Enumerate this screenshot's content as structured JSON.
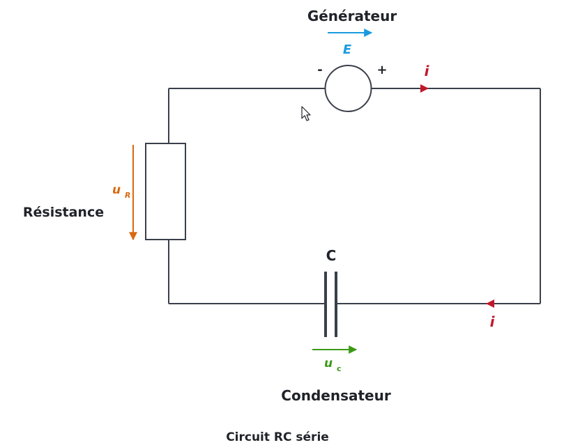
{
  "labels": {
    "generator": "Générateur",
    "emf": "E",
    "minus": "-",
    "plus": "+",
    "current_top": "i",
    "current_bottom": "i",
    "resistor": "Résistance",
    "u_r_main": "u",
    "u_r_sub": "R",
    "capacitor_symbol": "C",
    "u_c_main": "u",
    "u_c_sub": "c",
    "capacitor": "Condensateur",
    "caption": "Circuit RC série"
  },
  "colors": {
    "wire": "#3a3f4a",
    "current": "#c0182b",
    "u_r": "#d9690f",
    "u_c": "#3a9a16",
    "emf": "#1a9be0"
  },
  "icons": {
    "cursor": "mouse-pointer-icon"
  }
}
